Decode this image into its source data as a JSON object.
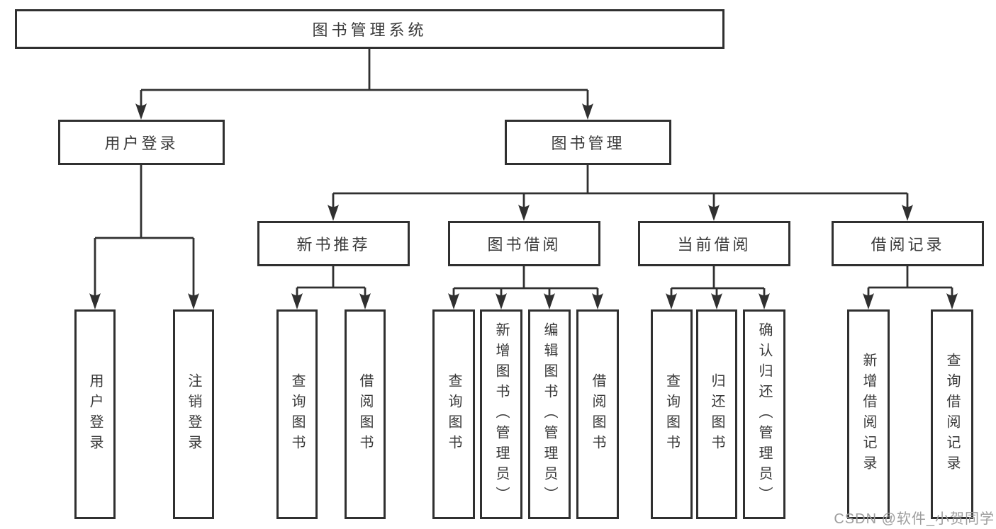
{
  "tree": {
    "root": "图书管理系统",
    "level2": [
      "用户登录",
      "图书管理"
    ],
    "level3": [
      "新书推荐",
      "图书借阅",
      "当前借阅",
      "借阅记录"
    ],
    "leaves": {
      "user_login": [
        "用户登录",
        "注销登录"
      ],
      "new_book": [
        "查询图书",
        "借阅图书"
      ],
      "book_borrow": [
        "查询图书",
        "新增图书（管理员）",
        "编辑图书（管理员）",
        "借阅图书"
      ],
      "current_borrow": [
        "查询图书",
        "归还图书",
        "确认归还（管理员）"
      ],
      "borrow_record": [
        "新增借阅记录",
        "查询借阅记录"
      ]
    }
  },
  "watermark": "CSDN @软件_小贺同学",
  "colors": {
    "line": "#303030",
    "text": "#3a3a3a",
    "background": "#ffffff",
    "watermark": "#9e9e9e"
  }
}
